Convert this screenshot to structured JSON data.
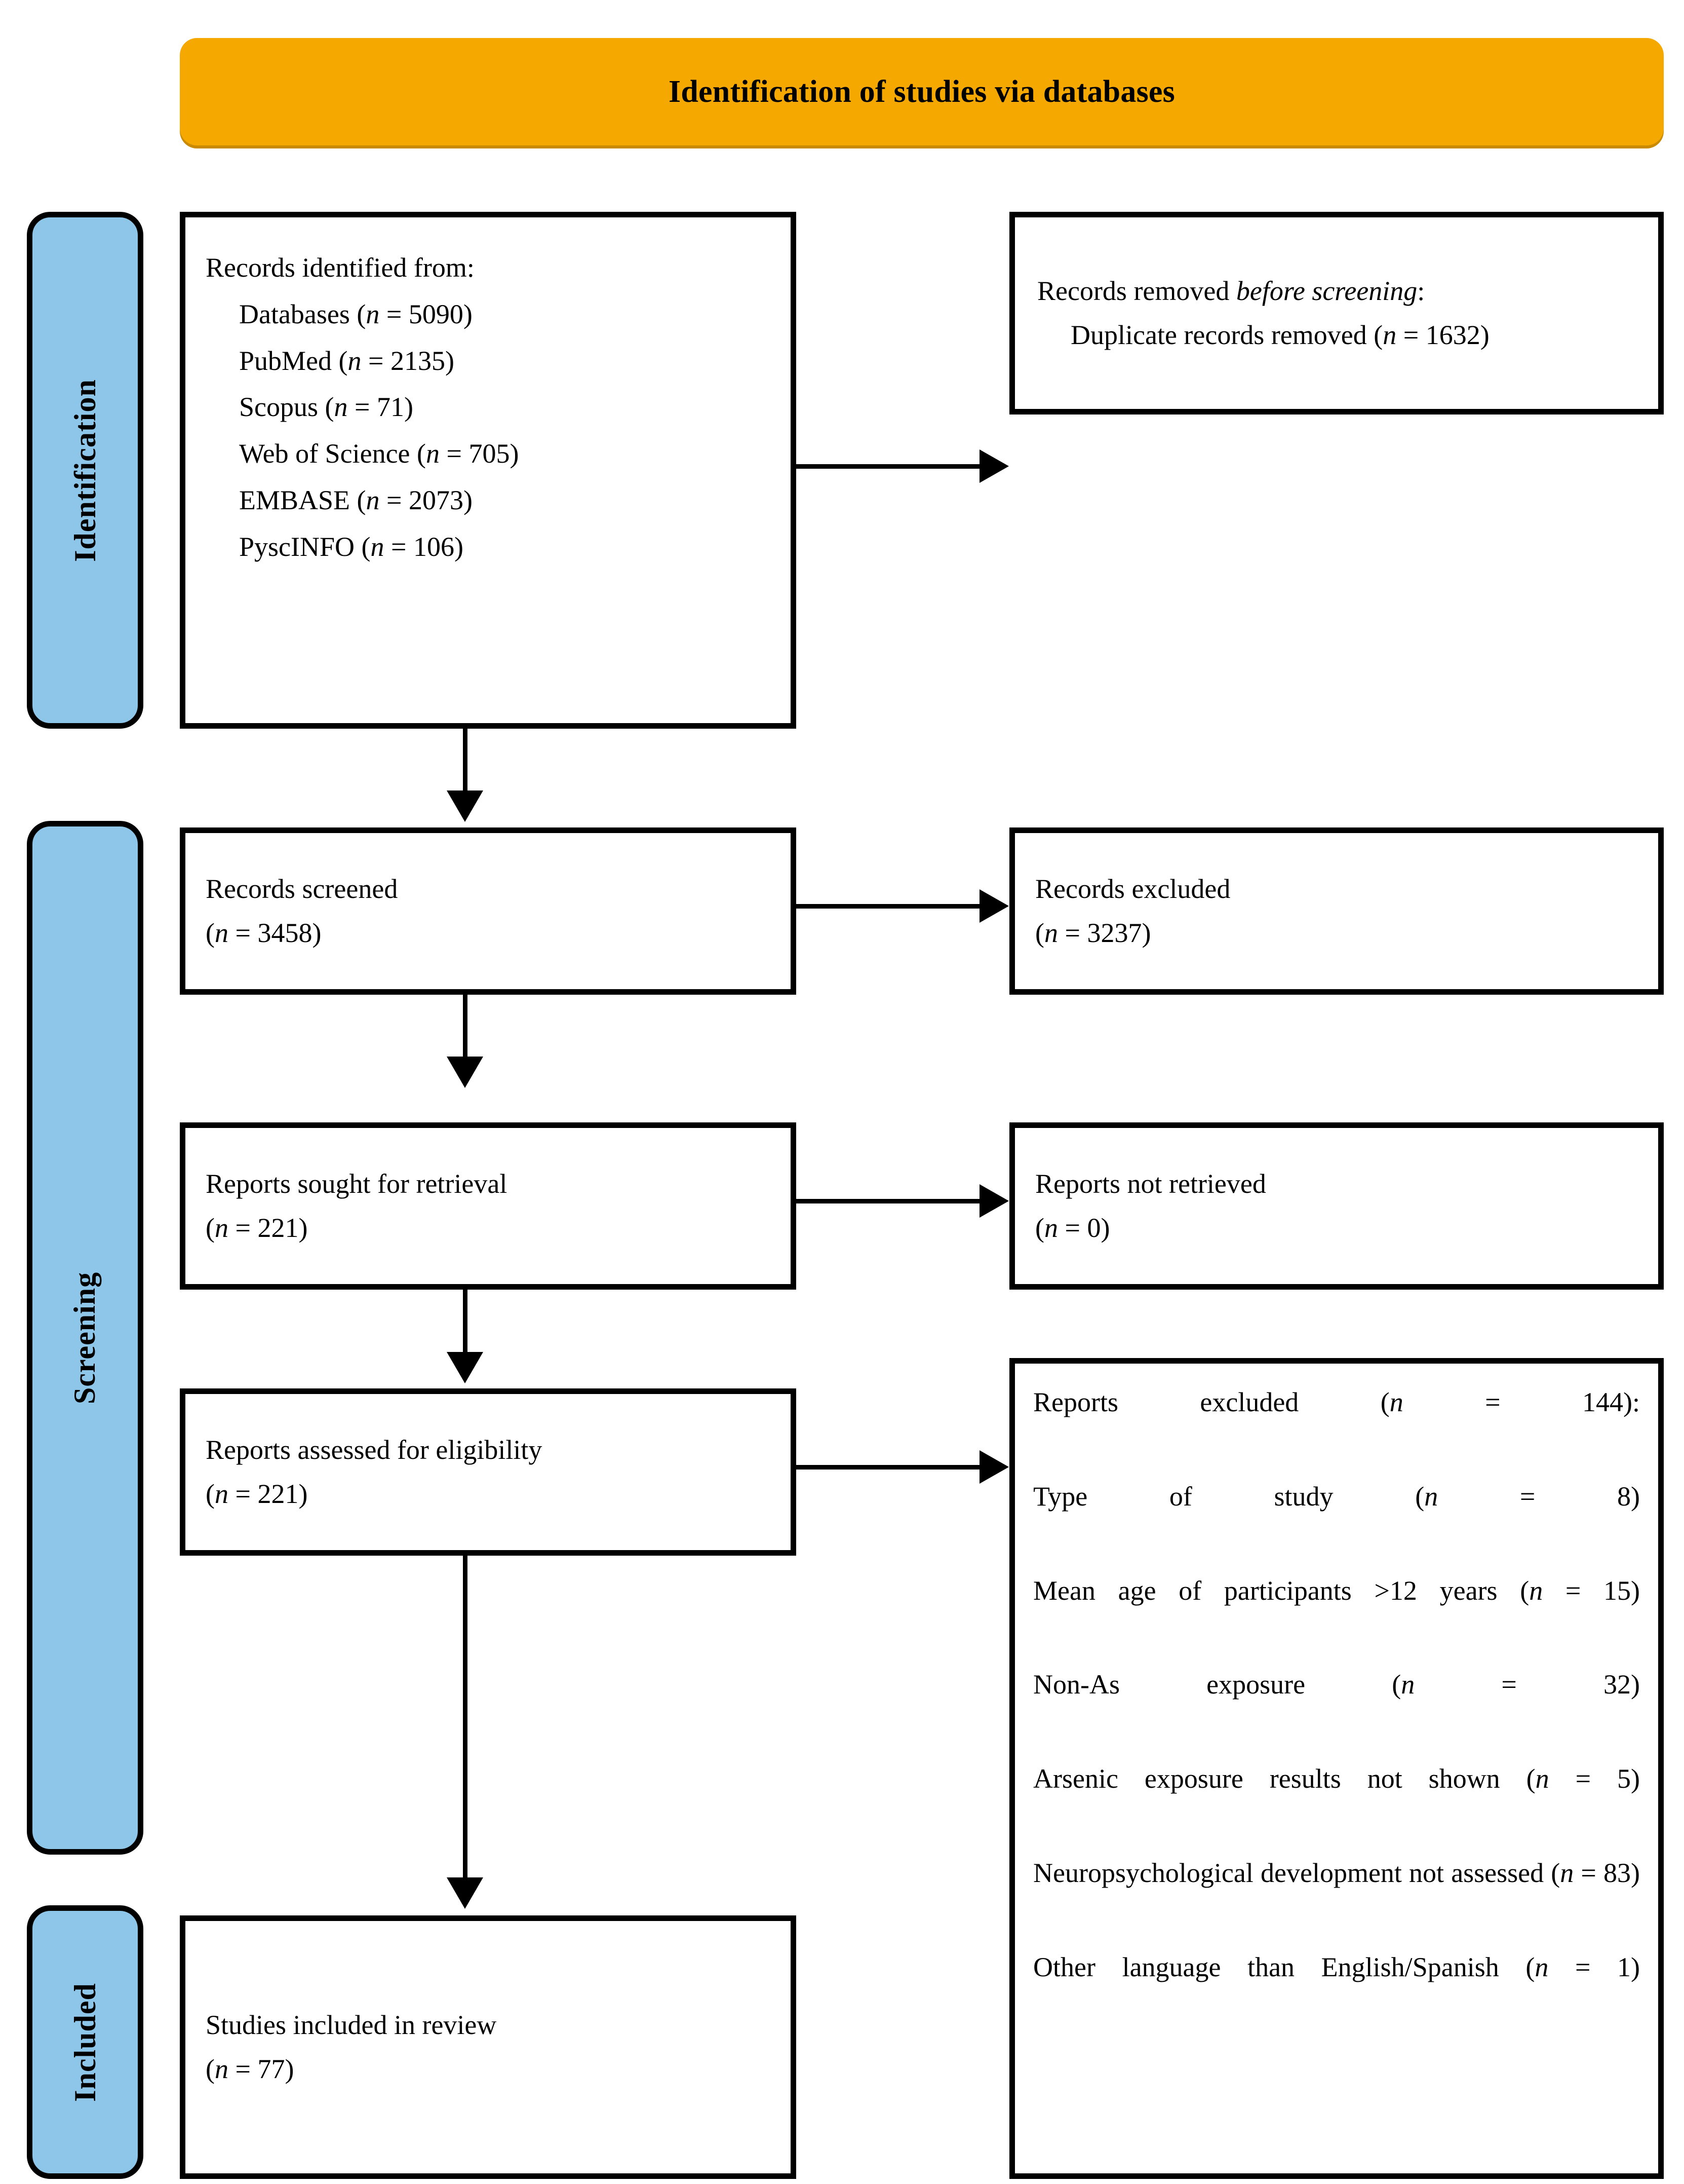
{
  "banner": {
    "title": "Identification of studies via databases"
  },
  "stages": [
    {
      "id": "identification",
      "label": "Identification"
    },
    {
      "id": "screening",
      "label": "Screening"
    },
    {
      "id": "included",
      "label": "Included"
    }
  ],
  "boxes": {
    "identified": {
      "heading": "Records identified from:",
      "items": [
        {
          "label": "Databases",
          "n": "5090"
        },
        {
          "label": "PubMed",
          "n": "2135"
        },
        {
          "label": "Scopus",
          "n": "71"
        },
        {
          "label": "Web of Science",
          "n": "705"
        },
        {
          "label": "EMBASE",
          "n": "2073"
        },
        {
          "label": "PyscINFO",
          "n": "106"
        }
      ]
    },
    "removed": {
      "heading_pre": "Records removed ",
      "heading_em": "before screening",
      "heading_post": ":",
      "item_label": "Duplicate records removed",
      "item_n": "1632"
    },
    "screened": {
      "label": "Records screened",
      "n": "3458"
    },
    "excluded_rec": {
      "label": "Records excluded",
      "n": "3237"
    },
    "sought": {
      "label": "Reports sought for retrieval",
      "n": "221"
    },
    "not_retrieved": {
      "label": "Reports not retrieved",
      "n": "0"
    },
    "assessed": {
      "label": "Reports assessed for eligibility",
      "n": "221"
    },
    "included": {
      "label": "Studies included in review",
      "n": "77"
    },
    "reports_excluded": {
      "heading": "Reports excluded",
      "heading_n": "144",
      "reasons": [
        {
          "label": "Type of study",
          "n": "8"
        },
        {
          "label": "Mean age of participants >12 years",
          "n": "15"
        },
        {
          "label": "Non-As exposure",
          "n": "32"
        },
        {
          "label": "Arsenic exposure results not shown",
          "n": "5"
        },
        {
          "label": "Neuropsychological development not assessed",
          "n": "83"
        },
        {
          "label": "Other language than English/Spanish",
          "n": "1"
        }
      ]
    }
  },
  "colors": {
    "banner_fill": "#F5A800",
    "banner_shadow": "#C98A00",
    "stage_fill": "#8DC6E8",
    "stroke": "#000000",
    "box_fill": "#FFFFFF"
  }
}
